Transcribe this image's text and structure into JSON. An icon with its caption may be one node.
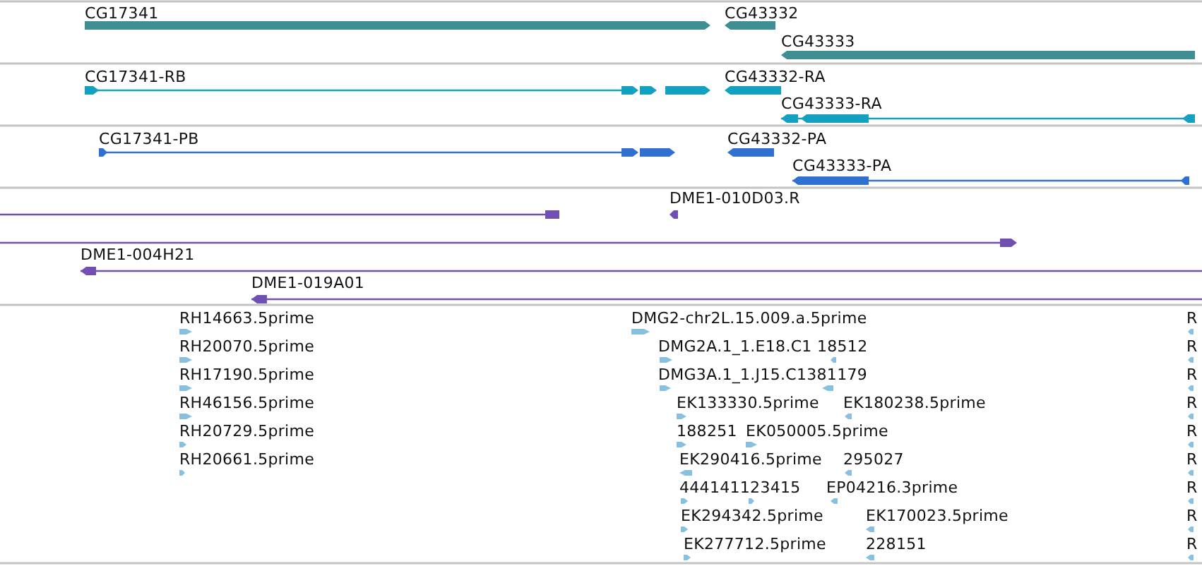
{
  "diagram": {
    "labels": [
      "CG17341",
      "CG43332",
      "CG43333",
      "CG17341-RB",
      "CG43332-RA",
      "CG43333-RA",
      "CG17341-PB",
      "CG43332-PA",
      "CG43333-PA",
      "DME1-010D03.R",
      "DME1-004H21",
      "DME1-019A01",
      "RH14663.5prime",
      "DMG2-chr2L.15.009.a.5prime",
      "R",
      "RH20070.5prime",
      "DMG2A.1_1.E18.C1 18512",
      "R",
      "RH17190.5prime",
      "DMG3A.1_1.J15.C1381179",
      "R",
      "RH46156.5prime",
      "EK133330.5prime",
      "EK180238.5prime",
      "R",
      "RH20729.5prime",
      "188251",
      "EK050005.5prime",
      "R",
      "RH20661.5prime",
      "EK290416.5prime",
      "295027",
      "R",
      "444141123415",
      "EP04216.3prime",
      "R",
      "EK294342.5prime",
      "EK170023.5prime",
      "R",
      "EK277712.5prime",
      "228151",
      "R"
    ]
  }
}
